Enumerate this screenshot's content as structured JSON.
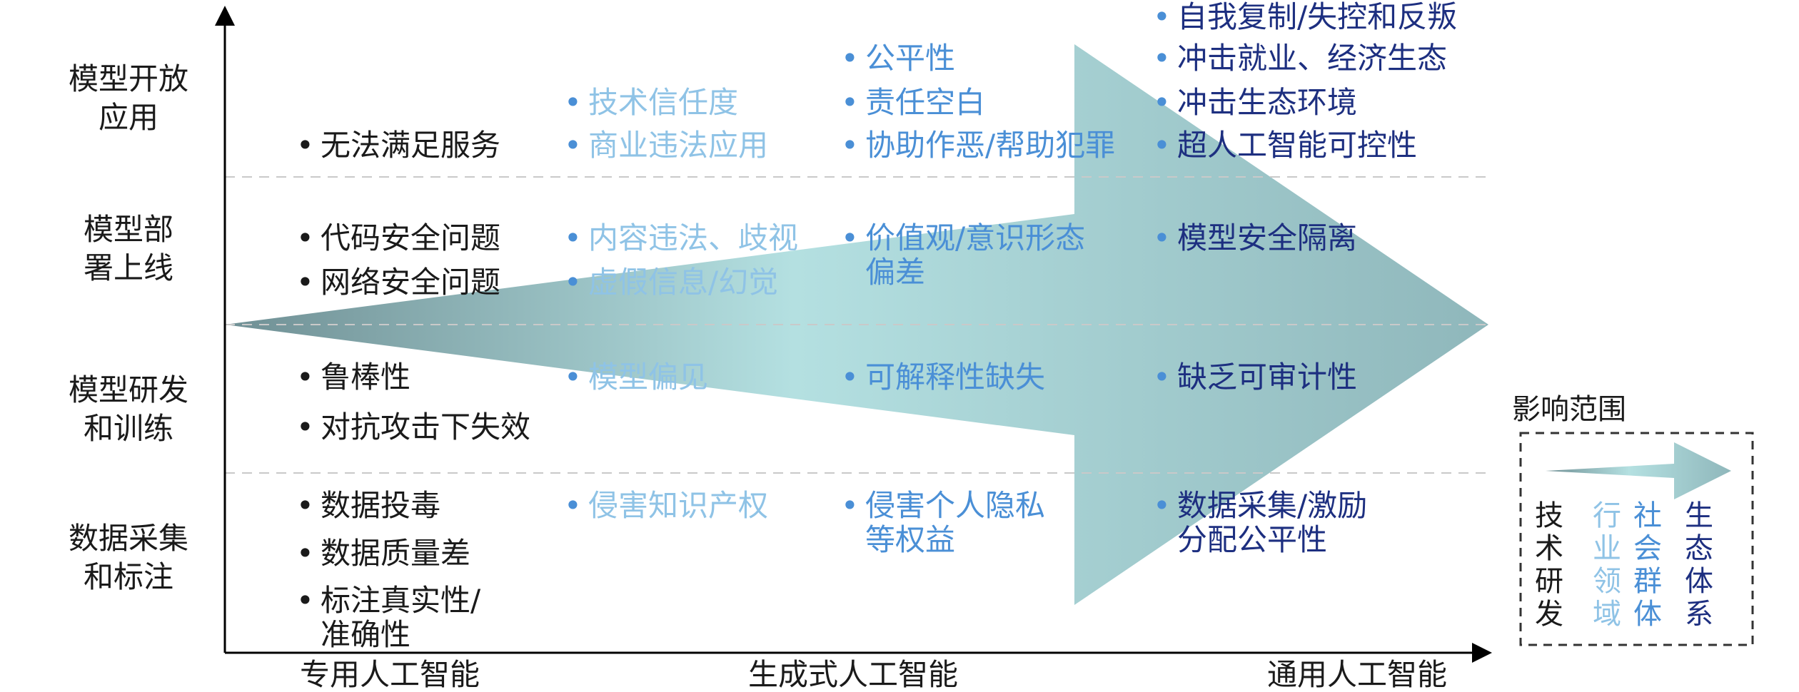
{
  "colors": {
    "tech": "#1a1a1a",
    "industry": "#8fc3e6",
    "society": "#4a8fd6",
    "ecosystem": "#1d2f80",
    "arrow_dark": "#6f8f94",
    "arrow_light": "#b4e0e1",
    "arrow_end": "#8fb7bb"
  },
  "y_axis": [
    "模型开放\n应用",
    "模型部\n署上线",
    "模型研发\n和训练",
    "数据采集\n和标注"
  ],
  "x_axis": [
    "专用人工智能",
    "生成式人工智能",
    "通用人工智能"
  ],
  "items": [
    {
      "cat": "tech",
      "lines": [
        "无法满足服务"
      ]
    },
    {
      "cat": "tech",
      "lines": [
        "代码安全问题"
      ]
    },
    {
      "cat": "tech",
      "lines": [
        "网络安全问题"
      ]
    },
    {
      "cat": "tech",
      "lines": [
        "鲁棒性"
      ]
    },
    {
      "cat": "tech",
      "lines": [
        "对抗攻击下失效"
      ]
    },
    {
      "cat": "tech",
      "lines": [
        "数据投毒"
      ]
    },
    {
      "cat": "tech",
      "lines": [
        "数据质量差"
      ]
    },
    {
      "cat": "tech",
      "lines": [
        "标注真实性/",
        "准确性"
      ]
    },
    {
      "cat": "industry",
      "lines": [
        "技术信任度"
      ]
    },
    {
      "cat": "industry",
      "lines": [
        "商业违法应用"
      ]
    },
    {
      "cat": "industry",
      "lines": [
        "内容违法、歧视"
      ]
    },
    {
      "cat": "industry",
      "lines": [
        "虚假信息/幻觉"
      ]
    },
    {
      "cat": "industry",
      "lines": [
        "模型偏见"
      ]
    },
    {
      "cat": "industry",
      "lines": [
        "侵害知识产权"
      ]
    },
    {
      "cat": "society",
      "lines": [
        "公平性"
      ]
    },
    {
      "cat": "society",
      "lines": [
        "责任空白"
      ]
    },
    {
      "cat": "society",
      "lines": [
        "协助作恶/帮助犯罪"
      ]
    },
    {
      "cat": "society",
      "lines": [
        "价值观/意识形态",
        "偏差"
      ]
    },
    {
      "cat": "society",
      "lines": [
        "可解释性缺失"
      ]
    },
    {
      "cat": "society",
      "lines": [
        "侵害个人隐私",
        "等权益"
      ]
    },
    {
      "cat": "ecosystem",
      "lines": [
        "自我复制/失控和反叛"
      ]
    },
    {
      "cat": "ecosystem",
      "lines": [
        "冲击就业、经济生态"
      ]
    },
    {
      "cat": "ecosystem",
      "lines": [
        "冲击生态环境"
      ]
    },
    {
      "cat": "ecosystem",
      "lines": [
        "超人工智能可控性"
      ]
    },
    {
      "cat": "ecosystem",
      "lines": [
        "模型安全隔离"
      ]
    },
    {
      "cat": "ecosystem",
      "lines": [
        "缺乏可审计性"
      ]
    },
    {
      "cat": "ecosystem",
      "lines": [
        "数据采集/激励",
        "分配公平性"
      ]
    }
  ],
  "legend": {
    "title": "影响范围",
    "columns": [
      {
        "cat": "tech",
        "text": "技术研发"
      },
      {
        "cat": "industry",
        "text": "行业领域"
      },
      {
        "cat": "society",
        "text": "社会群体"
      },
      {
        "cat": "ecosystem",
        "text": "生态体系"
      }
    ]
  },
  "bullet": "•"
}
